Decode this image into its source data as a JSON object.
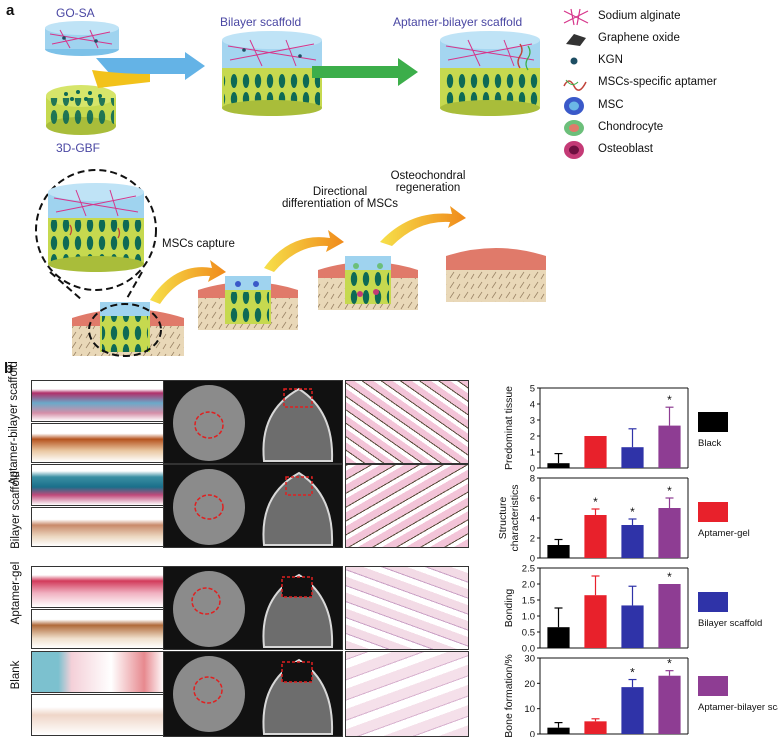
{
  "panel_a": {
    "letter": "a",
    "go_sa": "GO-SA",
    "gbf": "3D-GBF",
    "bilayer": "Bilayer scaffold",
    "aptamer_bilayer": "Aptamer-bilayer scaffold",
    "step1": "MSCs capture",
    "step2_line1": "Directional",
    "step2_line2": "differentiation of MSCs",
    "step3_line1": "Osteochondral",
    "step3_line2": "regeneration",
    "legend": [
      {
        "label": "Sodium alginate",
        "icon": "mesh-icon",
        "color": "#d6358b"
      },
      {
        "label": "Graphene oxide",
        "icon": "sheet-icon",
        "color": "#333333"
      },
      {
        "label": "KGN",
        "icon": "dot-icon",
        "color": "#1d4e63"
      },
      {
        "label": "MSCs-specific aptamer",
        "icon": "strand-icon",
        "color": "#c1443a"
      },
      {
        "label": "MSC",
        "icon": "msc-cell-icon",
        "color": "#3a59c9"
      },
      {
        "label": "Chondrocyte",
        "icon": "chondrocyte-cell-icon",
        "color": "#6cbf7a"
      },
      {
        "label": "Osteoblast",
        "icon": "osteoblast-cell-icon",
        "color": "#c43a76"
      }
    ]
  },
  "panel_b": {
    "letter": "b",
    "rows": [
      "Aptamer-bilayer scaffold",
      "Bilayer scaffold",
      "Aptamer-gel",
      "Blank"
    ],
    "legend": [
      {
        "label": "Black",
        "color": "#000000"
      },
      {
        "label": "Aptamer-gel",
        "color": "#e8212b"
      },
      {
        "label": "Bilayer scaffold",
        "color": "#2f33a8"
      },
      {
        "label": "Aptamer-bilayer scaffold",
        "color": "#8e3d93"
      }
    ]
  },
  "chart_data": [
    {
      "type": "bar",
      "ylabel": "Predominat tissue",
      "categories": [
        "Black",
        "Aptamer-gel",
        "Bilayer scaffold",
        "Aptamer-bilayer scaffold"
      ],
      "values": [
        0.3,
        2.0,
        1.3,
        2.65
      ],
      "errors": [
        0.6,
        0.0,
        1.15,
        1.15
      ],
      "significant": [
        false,
        false,
        false,
        true
      ],
      "ylim": [
        0,
        5
      ],
      "ticks": [
        "0",
        "1",
        "2",
        "3",
        "4",
        "5"
      ]
    },
    {
      "type": "bar",
      "ylabel": "Structure characteristics",
      "categories": [
        "Black",
        "Aptamer-gel",
        "Bilayer scaffold",
        "Aptamer-bilayer scaffold"
      ],
      "values": [
        1.3,
        4.3,
        3.3,
        5.0
      ],
      "errors": [
        0.55,
        0.6,
        0.6,
        1.0
      ],
      "significant": [
        false,
        true,
        true,
        true
      ],
      "ylim": [
        0,
        8
      ],
      "ticks": [
        "0",
        "2",
        "4",
        "6",
        "8"
      ]
    },
    {
      "type": "bar",
      "ylabel": "Bonding",
      "categories": [
        "Black",
        "Aptamer-gel",
        "Bilayer scaffold",
        "Aptamer-bilayer scaffold"
      ],
      "values": [
        0.65,
        1.65,
        1.33,
        2.0
      ],
      "errors": [
        0.6,
        0.6,
        0.6,
        0.0
      ],
      "significant": [
        false,
        false,
        false,
        true
      ],
      "ylim": [
        0,
        2.5
      ],
      "ticks": [
        "0.0",
        "0.5",
        "1.0",
        "1.5",
        "2.0",
        "2.5"
      ]
    },
    {
      "type": "bar",
      "ylabel": "Bone formation/%",
      "categories": [
        "Black",
        "Aptamer-gel",
        "Bilayer scaffold",
        "Aptamer-bilayer scaffold"
      ],
      "values": [
        2.5,
        5.0,
        18.5,
        23.0
      ],
      "errors": [
        2.0,
        1.0,
        3.0,
        2.0
      ],
      "significant": [
        false,
        false,
        true,
        true
      ],
      "ylim": [
        0,
        30
      ],
      "ticks": [
        "0",
        "10",
        "20",
        "30"
      ]
    }
  ],
  "colors": {
    "gel_blue": "#9fd3ef",
    "gbf_green": "#c6d94f",
    "cartilage": "#e07a6a",
    "bone": "#e9d8b8",
    "arrow_green": "#3cae4a",
    "arrow_yellow": "#f2c21b",
    "arrow_blue": "#64b3e6"
  }
}
